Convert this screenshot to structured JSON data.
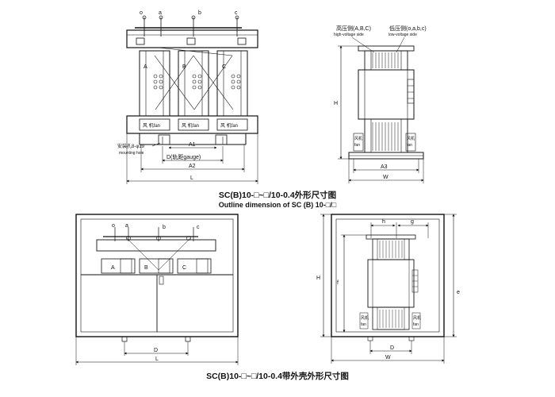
{
  "captions": {
    "top_cn": "SC(B)10-□~□/10-0.4外形尺寸图",
    "top_en": "Outline dimension of SC (B) 10-□/□",
    "bottom_cn": "SC(B)10-□~□/10-0.4带外壳外形尺寸图"
  },
  "front_view": {
    "terminals": [
      "o",
      "a",
      "b",
      "c"
    ],
    "phases": [
      "A",
      "B",
      "C"
    ],
    "fan_label": "风 机fan",
    "mounting_hole_cn": "安装孔8-",
    "mounting_hole_dia": "φ19",
    "mounting_hole_en": "mounting hole",
    "dim_a1": "A1",
    "dim_d": "D(轨距gauge)",
    "dim_a2": "A2",
    "dim_l": "L"
  },
  "side_view": {
    "hv_cn": "高压侧(A,B,C)",
    "hv_en": "high-voltage side",
    "lv_cn": "低压侧(o,a,b,c)",
    "lv_en": "low-voltage side",
    "dim_h": "H",
    "fan_cn": "风机",
    "fan_en": "fan",
    "dim_a3": "A3",
    "dim_w": "W"
  },
  "enclosure_front": {
    "terminals": [
      "o",
      "a",
      "b",
      "c"
    ],
    "phases": [
      "A",
      "B",
      "C"
    ],
    "dim_d": "D",
    "dim_l": "L"
  },
  "enclosure_side": {
    "dim_h_small": "h",
    "dim_g": "g",
    "dim_h": "H",
    "dim_f": "f",
    "dim_e": "e",
    "fan_cn": "风机",
    "fan_en": "fan",
    "dim_d": "D",
    "dim_w": "W"
  }
}
